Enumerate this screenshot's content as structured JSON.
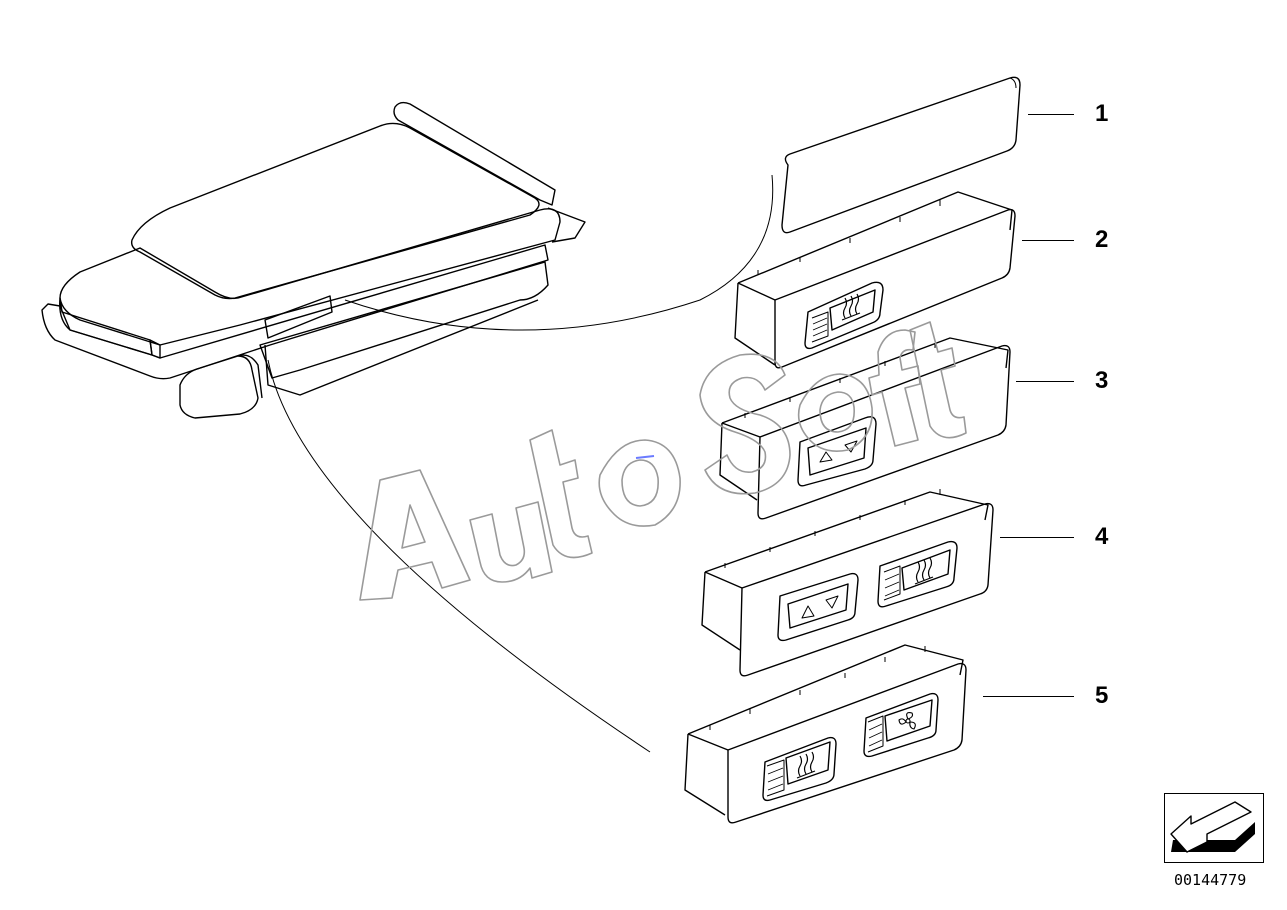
{
  "diagram": {
    "callouts": [
      {
        "number": "1"
      },
      {
        "number": "2"
      },
      {
        "number": "3"
      },
      {
        "number": "4"
      },
      {
        "number": "5"
      }
    ],
    "diagram_id": "00144779",
    "watermark": "AutoSoft",
    "icons": {
      "nav": "arrow-down-left-icon",
      "seat_heating": "seat-heating-icon",
      "up_down": "up-down-arrows-icon",
      "fan": "fan-icon"
    },
    "colors": {
      "line": "#000000",
      "watermark_outline": "#9a9a9a",
      "marker": "#6b7bff"
    }
  }
}
